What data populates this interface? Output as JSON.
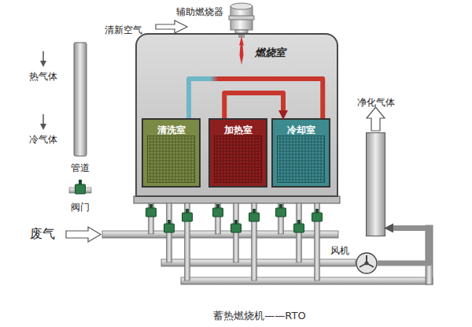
{
  "diagram": {
    "caption": "蓄热燃烧机——RTO",
    "nodes": [
      {
        "text": [
          "辅助燃烧器"
        ]
      },
      {
        "text": [
          "燃烧室"
        ]
      },
      {
        "text": [
          "清洗室"
        ],
        "in": 1
      },
      {
        "text": [
          "加热室"
        ],
        "in": 1
      },
      {
        "text": [
          "冷却室"
        ],
        "in": 1
      },
      {
        "text": [
          "净化气体"
        ]
      },
      {
        "text": [
          "风机"
        ]
      }
    ],
    "edges": [
      {
        "from": 2,
        "to": 4,
        "arrow": "none"
      },
      {
        "from": 3,
        "to": 4,
        "arrow": "to"
      },
      {
        "from": 6,
        "to": 5,
        "arrow": "to"
      }
    ],
    "labels": [
      "清新空气",
      "废气"
    ],
    "legend": [
      {
        "text": "热气体"
      },
      {
        "text": "冷气体"
      },
      {
        "text": "管道"
      },
      {
        "text": "阀门"
      }
    ]
  }
}
